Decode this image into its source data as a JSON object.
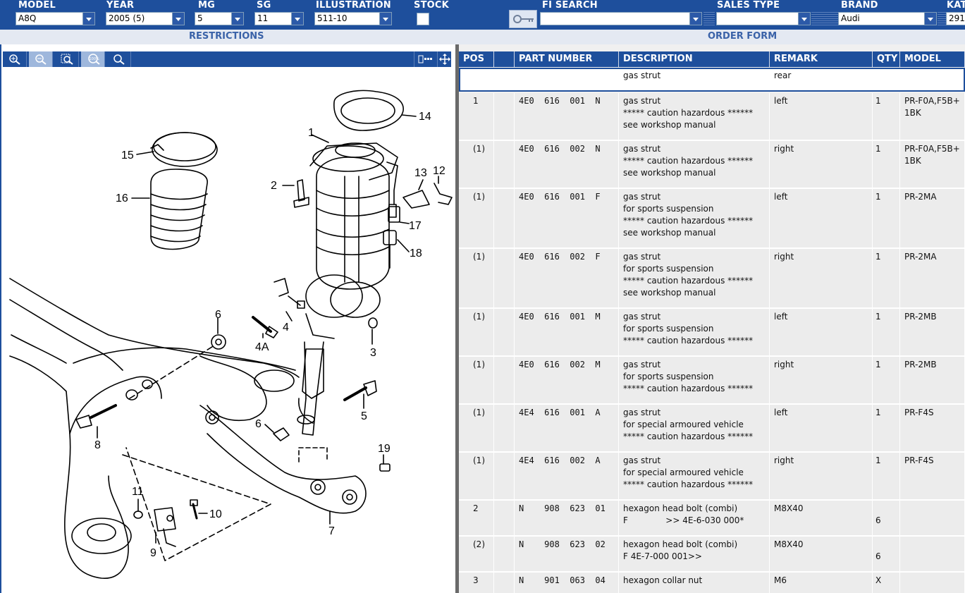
{
  "header": {
    "model": {
      "label": "MODEL",
      "value": "A8Q"
    },
    "year": {
      "label": "YEAR",
      "value": "2005 (5)"
    },
    "mg": {
      "label": "MG",
      "value": "5"
    },
    "sg": {
      "label": "SG",
      "value": "11"
    },
    "illustration": {
      "label": "ILLUSTRATION",
      "value": "511-10"
    },
    "stock": {
      "label": "STOCK"
    },
    "fi_search": {
      "label": "FI SEARCH",
      "value": ""
    },
    "sales_type": {
      "label": "SALES TYPE",
      "value": ""
    },
    "brand": {
      "label": "BRAND",
      "value": "Audi"
    },
    "kat": {
      "label": "KAT",
      "value": "291"
    }
  },
  "subheader": {
    "left": "RESTRICTIONS",
    "right": "ORDER FORM"
  },
  "toolbar": {
    "icons": [
      "zoom-in-icon",
      "zoom-out-icon",
      "zoom-fit-icon",
      "zoom-100-icon",
      "magnifier-icon"
    ],
    "zoom_100_text": "100%"
  },
  "diagram": {
    "callouts": [
      "1",
      "2",
      "3",
      "4",
      "4A",
      "5",
      "6",
      "6",
      "7",
      "8",
      "9",
      "10",
      "11",
      "12",
      "13",
      "14",
      "15",
      "16",
      "17",
      "18",
      "19"
    ]
  },
  "table": {
    "columns": [
      "POS",
      "",
      "PART NUMBER",
      "DESCRIPTION",
      "REMARK",
      "QTY",
      "MODEL"
    ],
    "selected_row": {
      "description": "gas strut",
      "remark": "rear"
    },
    "rows": [
      {
        "pos": "1",
        "part": "4E0  616  001  N",
        "desc": [
          "gas strut",
          "***** caution hazardous ******",
          "see workshop manual"
        ],
        "remark": "left",
        "qty": "1",
        "model": "PR-F0A,F5B+\n1BK"
      },
      {
        "pos": "(1)",
        "part": "4E0  616  002  N",
        "desc": [
          "gas strut",
          "***** caution hazardous ******",
          "see workshop manual"
        ],
        "remark": "right",
        "qty": "1",
        "model": "PR-F0A,F5B+\n1BK"
      },
      {
        "pos": "(1)",
        "part": "4E0  616  001  F",
        "desc": [
          "gas strut",
          "for sports suspension",
          "***** caution hazardous ******",
          "see workshop manual"
        ],
        "remark": "left",
        "qty": "1",
        "model": "PR-2MA"
      },
      {
        "pos": "(1)",
        "part": "4E0  616  002  F",
        "desc": [
          "gas strut",
          "for sports suspension",
          "***** caution hazardous ******",
          "see workshop manual"
        ],
        "remark": "right",
        "qty": "1",
        "model": "PR-2MA"
      },
      {
        "pos": "(1)",
        "part": "4E0  616  001  M",
        "desc": [
          "gas strut",
          "for sports suspension",
          "***** caution hazardous ******"
        ],
        "remark": "left",
        "qty": "1",
        "model": "PR-2MB"
      },
      {
        "pos": "(1)",
        "part": "4E0  616  002  M",
        "desc": [
          "gas strut",
          "for sports suspension",
          "***** caution hazardous ******"
        ],
        "remark": "right",
        "qty": "1",
        "model": "PR-2MB"
      },
      {
        "pos": "(1)",
        "part": "4E4  616  001  A",
        "desc": [
          "gas strut",
          "for special armoured vehicle",
          "***** caution hazardous ******"
        ],
        "remark": "left",
        "qty": "1",
        "model": "PR-F4S"
      },
      {
        "pos": "(1)",
        "part": "4E4  616  002  A",
        "desc": [
          "gas strut",
          "for special armoured vehicle",
          "***** caution hazardous ******"
        ],
        "remark": "right",
        "qty": "1",
        "model": "PR-F4S"
      },
      {
        "pos": "2",
        "part": "N    908  623  01",
        "desc": [
          "hexagon head bolt (combi)",
          "F              >> 4E-6-030 000*"
        ],
        "remark": "M8X40",
        "qty": "\n6",
        "model": ""
      },
      {
        "pos": "(2)",
        "part": "N    908  623  02",
        "desc": [
          "hexagon head bolt (combi)",
          "F 4E-7-000 001>>"
        ],
        "remark": "M8X40",
        "qty": "\n6",
        "model": ""
      },
      {
        "pos": "3",
        "part": "N    901  063  04",
        "desc": [
          "hexagon collar nut"
        ],
        "remark": "M6",
        "qty": "X",
        "model": ""
      }
    ]
  }
}
